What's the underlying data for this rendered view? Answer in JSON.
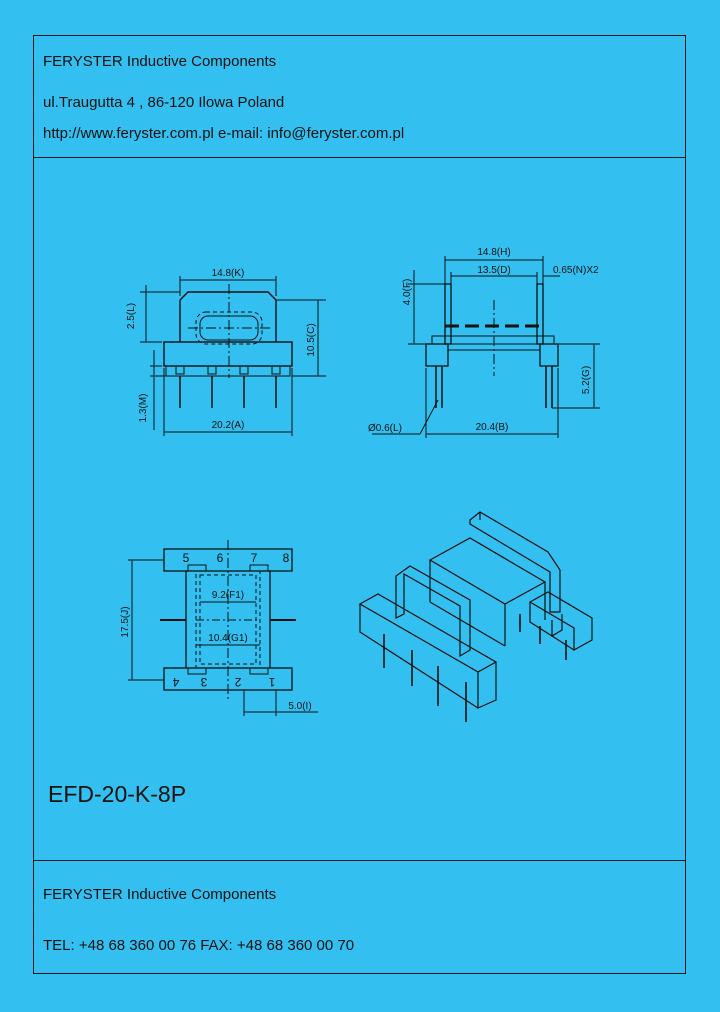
{
  "header": {
    "company": "FERYSTER Inductive Components",
    "address": "ul.Traugutta 4 , 86-120 Ilowa  Poland",
    "web": "http://www.feryster.com.pl  e-mail: info@feryster.com.pl"
  },
  "drawing": {
    "front_view": {
      "width_top": "14.8(K)",
      "height_top": "2.5(L)",
      "height_total": "10.5(C)",
      "pin_length": "1.3(M)",
      "width_base": "20.2(A)"
    },
    "side_view": {
      "width_h": "14.8(H)",
      "width_d": "13.5(D)",
      "flange": "0.65(N)X2",
      "height_f": "4.0(F)",
      "pin_length_g": "5.2(G)",
      "pin_dia": "Ø0.6(L)",
      "width_b": "20.4(B)"
    },
    "bottom_view": {
      "pins_top": [
        "5",
        "6",
        "7",
        "8"
      ],
      "pins_bottom": [
        "4",
        "3",
        "2",
        "1"
      ],
      "inner_f1": "9.2(F1)",
      "inner_g1": "10.4(G1)",
      "height_j": "17.5(J)",
      "pitch_i": "5.0(I)"
    }
  },
  "part_number": "EFD-20-K-8P",
  "footer": {
    "company": "FERYSTER Inductive Components",
    "contact": "TEL: +48 68 360 00 76 FAX: +48 68 360 00 70"
  }
}
